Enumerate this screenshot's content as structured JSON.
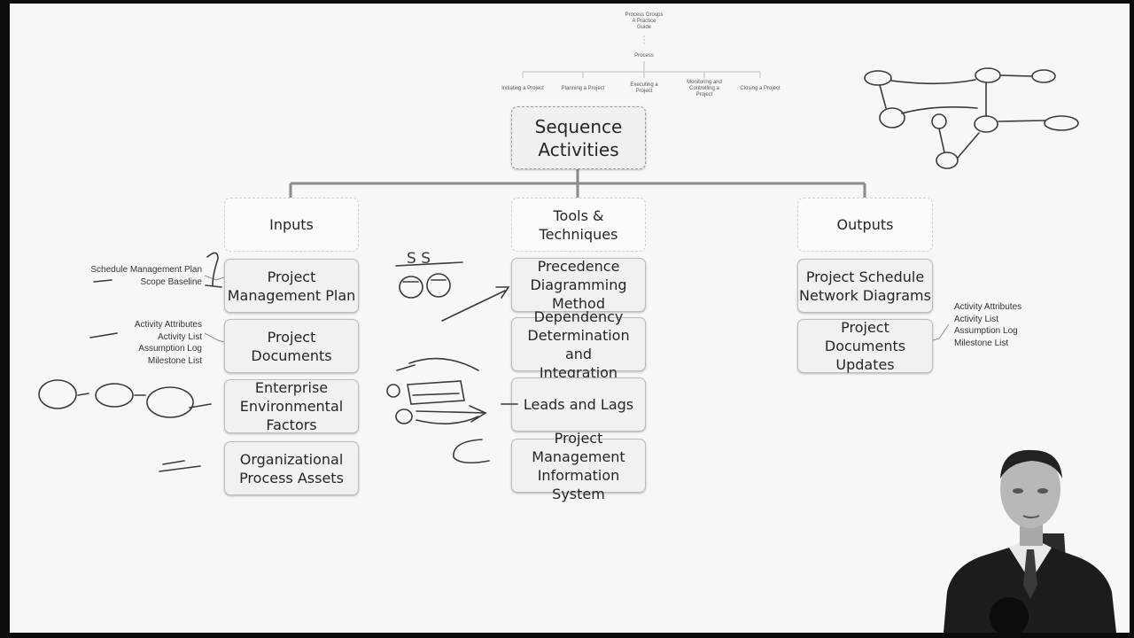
{
  "header_mini": {
    "title": "Process Groups\nA Practice\nGuide",
    "sub": "Process",
    "groups": [
      "Initiating a Project",
      "Planning a Project",
      "Executing a\nProject",
      "Monitoring and\nControlling a\nProject",
      "Closing a Project"
    ]
  },
  "root": "Sequence\nActivities",
  "columns": {
    "inputs": {
      "header": "Inputs",
      "items": [
        "Project\nManagement Plan",
        "Project\nDocuments",
        "Enterprise\nEnvironmental\nFactors",
        "Organizational\nProcess Assets"
      ]
    },
    "tools": {
      "header": "Tools &\nTechniques",
      "items": [
        "Precedence\nDiagramming\nMethod",
        "Dependency\nDetermination and\nIntegration",
        "Leads and Lags",
        "Project\nManagement\nInformation System"
      ]
    },
    "outputs": {
      "header": "Outputs",
      "items": [
        "Project Schedule\nNetwork Diagrams",
        "Project Documents\nUpdates"
      ]
    }
  },
  "notes": {
    "pmp": [
      "Schedule Management Plan",
      "Scope Baseline"
    ],
    "docs": [
      "Activity Attributes",
      "Activity List",
      "Assumption Log",
      "Milestone List"
    ],
    "updates": [
      "Activity Attributes",
      "Activity List",
      "Assumption Log",
      "Milestone List"
    ]
  },
  "annotations": {
    "ss": "S S"
  },
  "colors": {
    "box_fill": "#f1f1f1",
    "box_border": "#bcbcbc",
    "ink": "#3a3a3a",
    "background": "#f7f7f7",
    "frame": "#0c0c0c"
  }
}
